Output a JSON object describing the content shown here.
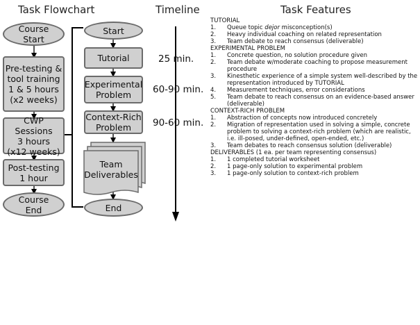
{
  "headings": {
    "flowchart": "Task Flowchart",
    "timeline": "Timeline",
    "features": "Task Features"
  },
  "course_flow": [
    {
      "label": "Course\nStart",
      "shape": "oval"
    },
    {
      "label": "Pre-testing &\ntool training\n1 & 5 hours\n(x2 weeks)",
      "shape": "rect"
    },
    {
      "label": "CWP Sessions\n3 hours\n(x12 weeks)",
      "shape": "rect"
    },
    {
      "label": "Post-testing\n1 hour",
      "shape": "rect"
    },
    {
      "label": "Course\nEnd",
      "shape": "oval"
    }
  ],
  "task_flow": [
    {
      "label": "Start",
      "shape": "oval"
    },
    {
      "label": "Tutorial",
      "shape": "rect"
    },
    {
      "label": "Experimental\nProblem",
      "shape": "rect"
    },
    {
      "label": "Context-Rich\nProblem",
      "shape": "rect"
    },
    {
      "label": "Team\nDeliverables",
      "shape": "documents"
    },
    {
      "label": "End",
      "shape": "oval"
    }
  ],
  "timeline": [
    "25 min.",
    "60-90 min.",
    "90-60 min."
  ],
  "features": [
    {
      "title": "TUTORIAL",
      "items": [
        {
          "n": "1.",
          "pre": "Queue topic ",
          "em": "dejor",
          "post": " misconception(s)"
        },
        {
          "n": "2.",
          "pre": "Heavy individual coaching on related representation"
        },
        {
          "n": "3.",
          "pre": "Team debate to reach consensus (deliverable)"
        }
      ]
    },
    {
      "title": "EXPERIMENTAL PROBLEM",
      "items": [
        {
          "n": "1.",
          "pre": "Concrete question, no solution procedure given"
        },
        {
          "n": "2.",
          "pre": "Team debate w/moderate coaching to propose measurement procedure"
        },
        {
          "n": "3.",
          "pre": "Kinesthetic experience of a simple system well-described by the representation introduced by TUTORIAL"
        },
        {
          "n": "4.",
          "pre": "Measurement techniques, error considerations"
        },
        {
          "n": "5.",
          "pre": "Team debate to reach consensus on an evidence-based answer (deliverable)"
        }
      ]
    },
    {
      "title": "CONTEXT-RICH PROBLEM",
      "items": [
        {
          "n": "1.",
          "pre": "Abstraction of concepts now introduced concretely"
        },
        {
          "n": "2.",
          "pre": "Migration of representation used in solving a simple, concrete problem to solving a context-rich problem (which are realistic, i.e. ill-posed, under-defined, open-ended, etc.)"
        },
        {
          "n": "3.",
          "pre": "Team debates to reach consensus solution (deliverable)"
        }
      ]
    },
    {
      "title": "DELIVERABLES (1 ea. per team representing consensus)",
      "items": [
        {
          "n": "1.",
          "pre": "1 completed tutorial worksheet"
        },
        {
          "n": "2.",
          "pre": "1 page-only solution to experimental problem"
        },
        {
          "n": "3.",
          "pre": "1 page-only solution to context-rich problem"
        }
      ]
    }
  ],
  "colors": {
    "node_fill": "#d0d0d0",
    "node_border": "#6b6b6b",
    "line": "#000000"
  }
}
